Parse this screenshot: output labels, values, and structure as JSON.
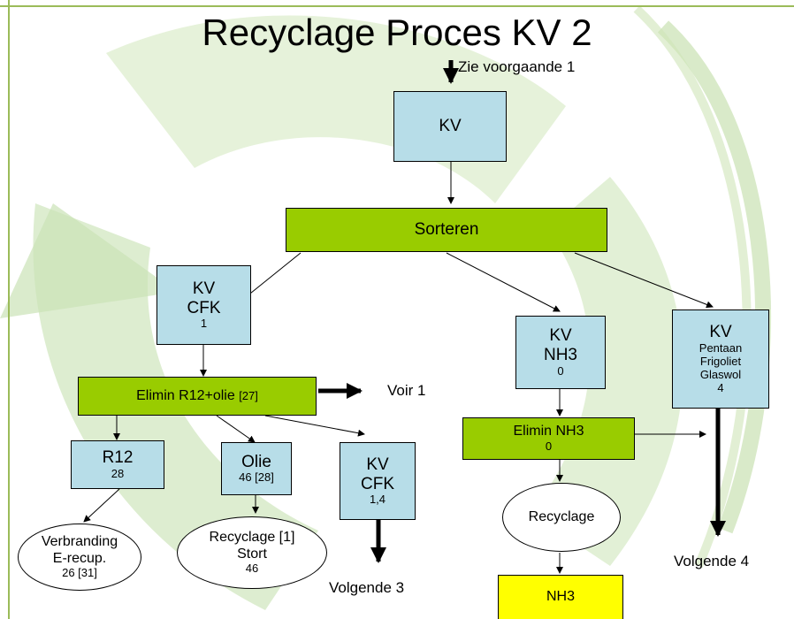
{
  "title": "Recyclage Proces KV 2",
  "top_note": "Zie voorgaande 1",
  "nodes": {
    "kv": "KV",
    "sorteren": "Sorteren",
    "kv_cfk": {
      "line1": "KV",
      "line2": "CFK",
      "value": "1"
    },
    "elimin_r12": {
      "label": "Elimin R12+olie",
      "ref": "[27]"
    },
    "voir": "Voir 1",
    "r12": {
      "label": "R12",
      "value": "28"
    },
    "olie": {
      "label": "Olie",
      "value": "46 [28]"
    },
    "kv_cfk2": {
      "line1": "KV",
      "line2": "CFK",
      "value": "1,4"
    },
    "verbranding": {
      "line1": "Verbranding",
      "line2": "E-recup.",
      "value": "26 [31]"
    },
    "recyclage_stort": {
      "line1": "Recyclage [1]",
      "line2": "Stort",
      "value": "46"
    },
    "volgende3": "Volgende 3",
    "kv_nh3": {
      "line1": "KV",
      "line2": "NH3",
      "value": "0"
    },
    "elimin_nh3": {
      "label": "Elimin NH3",
      "value": "0"
    },
    "recyclage": "Recyclage",
    "nh3": "NH3",
    "kv_pentaan": {
      "line1": "KV",
      "line2": "Pentaan",
      "line3": "Frigoliet",
      "line4": "Glaswol",
      "value": "4"
    },
    "volgende4": "Volgende 4"
  },
  "colors": {
    "blue_box": "#b7dde8",
    "green_box": "#99cc00",
    "yellow_box": "#ffff00",
    "background_swirl": "#c8e0b0",
    "border_line": "#9bbb59"
  }
}
